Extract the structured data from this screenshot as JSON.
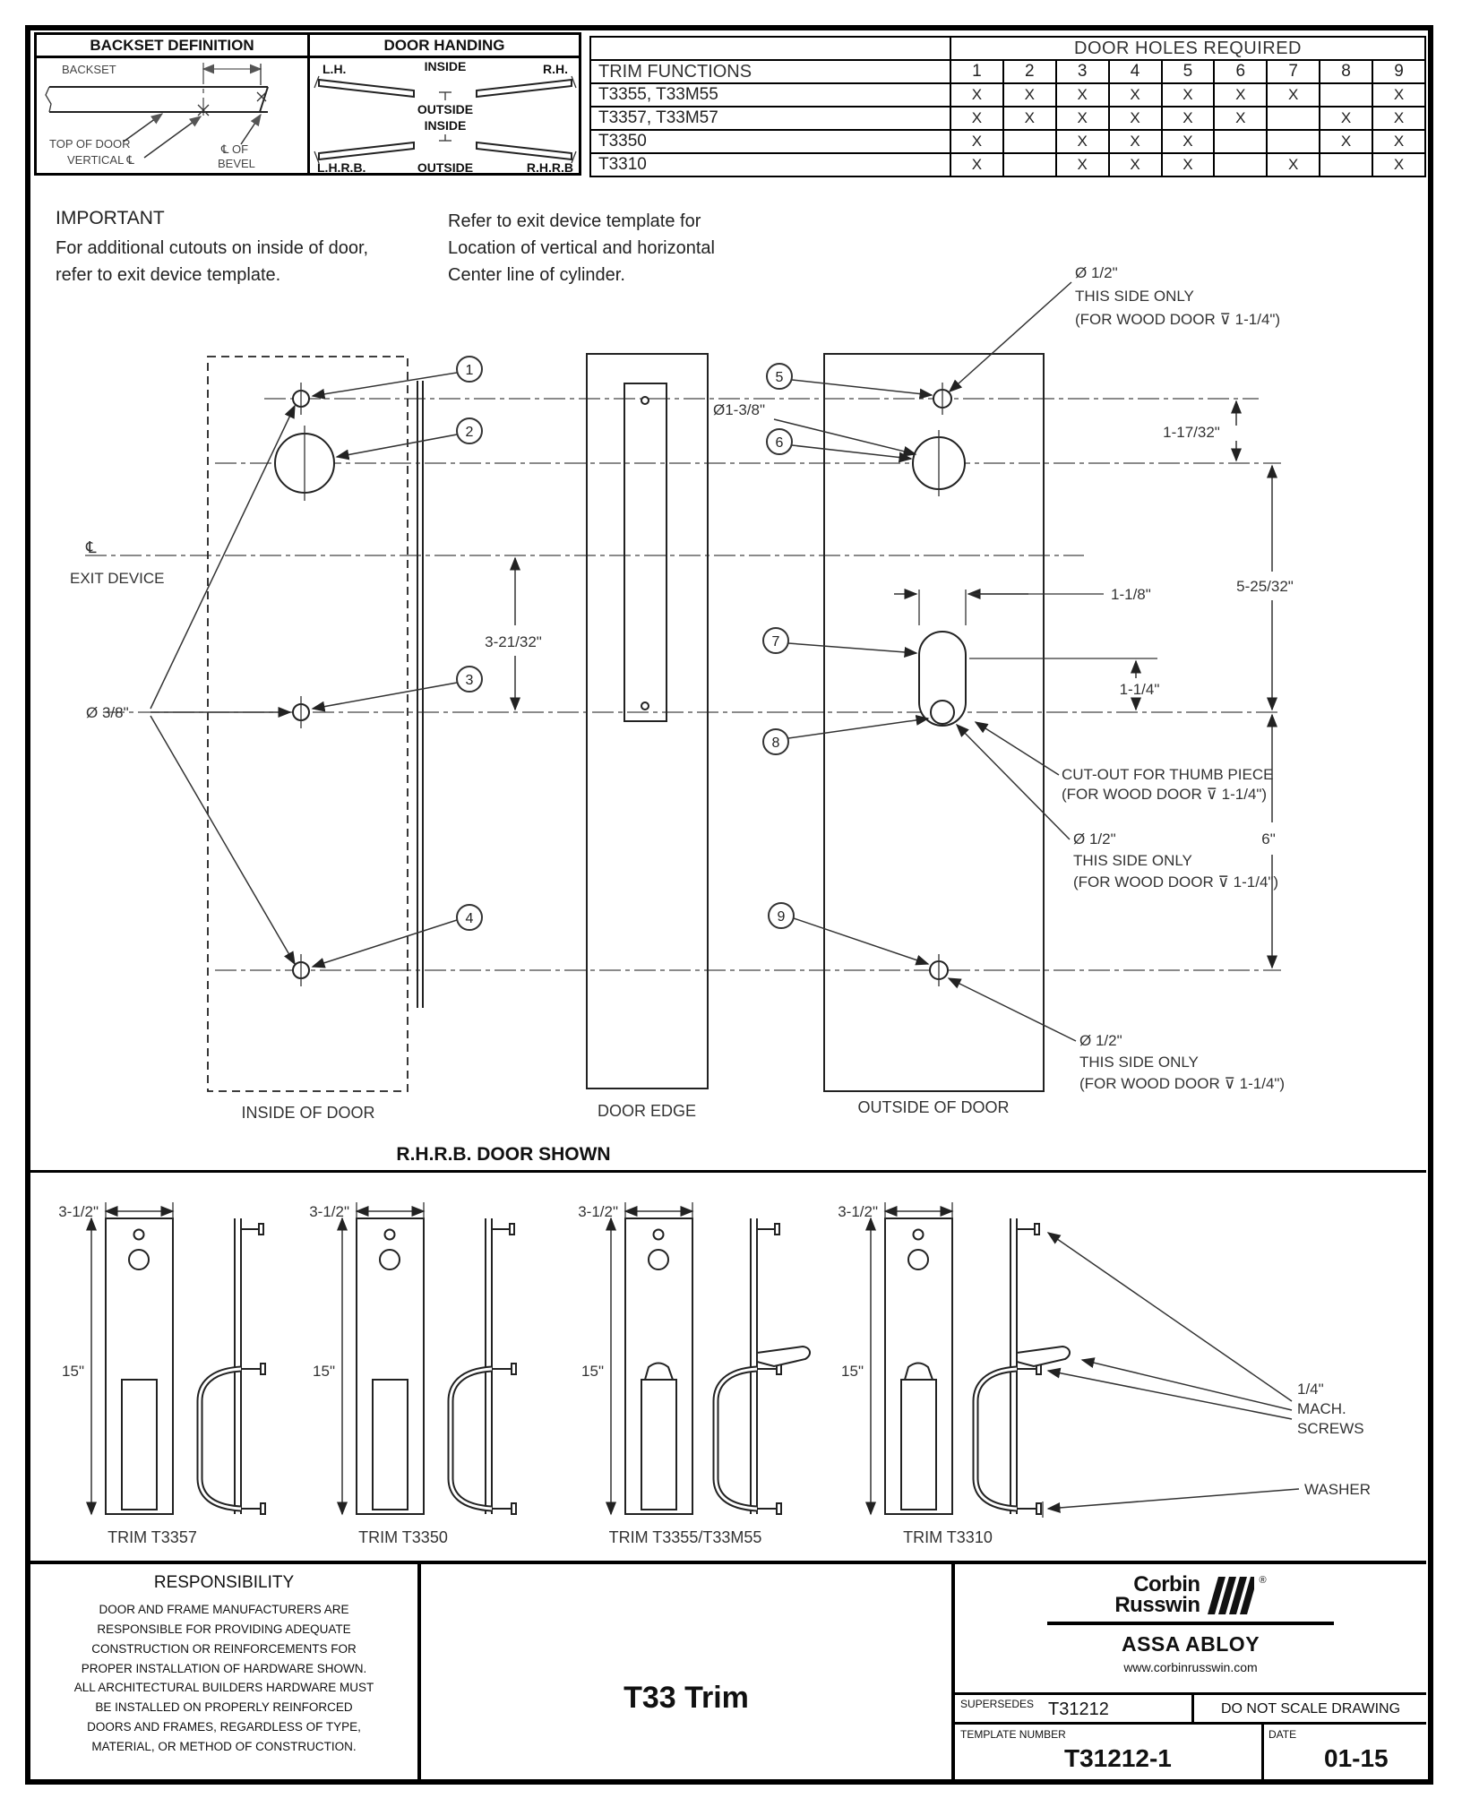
{
  "backset_box": {
    "title": "BACKSET DEFINITION",
    "backset_label": "BACKSET",
    "top_of_door": "TOP OF DOOR",
    "vertical_cl": "VERTICAL ℄",
    "cl_of": "℄ OF",
    "bevel": "BEVEL"
  },
  "door_handing_box": {
    "title": "DOOR HANDING",
    "lh": "L.H.",
    "rh": "R.H.",
    "inside_top": "INSIDE",
    "outside_top": "OUTSIDE",
    "inside_bottom": "INSIDE",
    "outside_bottom": "OUTSIDE",
    "lhrb": "L.H.R.B.",
    "rhrb": "R.H.R.B"
  },
  "holes_table": {
    "title": "DOOR HOLES REQUIRED",
    "function_header": "TRIM FUNCTIONS",
    "columns": [
      "1",
      "2",
      "3",
      "4",
      "5",
      "6",
      "7",
      "8",
      "9"
    ],
    "rows": [
      {
        "function": "T3355, T33M55",
        "holes": [
          "X",
          "X",
          "X",
          "X",
          "X",
          "X",
          "X",
          "",
          "X"
        ]
      },
      {
        "function": "T3357, T33M57",
        "holes": [
          "X",
          "X",
          "X",
          "X",
          "X",
          "X",
          "",
          "X",
          "X"
        ]
      },
      {
        "function": "T3350",
        "holes": [
          "X",
          "",
          "X",
          "X",
          "X",
          "",
          "",
          "X",
          "X"
        ]
      },
      {
        "function": "T3310",
        "holes": [
          "X",
          "",
          "X",
          "X",
          "X",
          "",
          "X",
          "",
          "X"
        ]
      }
    ]
  },
  "notes": {
    "important_title": "IMPORTANT",
    "important_body": "For additional cutouts on inside of door,\nrefer to exit device template.",
    "refer_body": "Refer to exit device template for\nLocation of vertical and horizontal\nCenter line of cylinder."
  },
  "drawing": {
    "callouts": [
      "1",
      "2",
      "3",
      "4",
      "5",
      "6",
      "7",
      "8",
      "9"
    ],
    "cl_symbol": "℄",
    "exit_device": "EXIT DEVICE",
    "dia_3_8": "Ø 3/8\"",
    "dia_1_2": "Ø 1/2\"",
    "this_side_only": "THIS SIDE ONLY",
    "wood_door_note": "(FOR WOOD DOOR ⊽ 1-1/4\")",
    "dia_1_3_8": "Ø1-3/8\"",
    "dim_1_17_32": "1-17/32\"",
    "dim_5_25_32": "5-25/32\"",
    "dim_1_1_8": "1-1/8\"",
    "dim_1_1_4": "1-1/4\"",
    "dim_6": "6\"",
    "dim_3_21_32": "3-21/32\"",
    "cutout_line1": "CUT-OUT FOR THUMB PIECE",
    "cutout_line2": "(FOR WOOD DOOR ⊽ 1-1/4\")",
    "inside_of_door": "INSIDE OF DOOR",
    "door_edge": "DOOR EDGE",
    "outside_of_door": "OUTSIDE OF DOOR",
    "caption": "R.H.R.B. DOOR SHOWN"
  },
  "trims": {
    "dim_width": "3-1/2\"",
    "dim_height": "15\"",
    "labels": [
      "TRIM T3357",
      "TRIM T3350",
      "TRIM T3355/T33M55",
      "TRIM T3310"
    ],
    "mach_screws_line1": "1/4\"",
    "mach_screws_line2": "MACH.",
    "mach_screws_line3": "SCREWS",
    "washer": "WASHER"
  },
  "footer": {
    "responsibility_title": "RESPONSIBILITY",
    "responsibility_body": "DOOR AND FRAME MANUFACTURERS ARE\nRESPONSIBLE FOR PROVIDING ADEQUATE\nCONSTRUCTION OR REINFORCEMENTS FOR\nPROPER INSTALLATION OF HARDWARE SHOWN.\nALL ARCHITECTURAL BUILDERS HARDWARE MUST\nBE INSTALLED ON PROPERLY REINFORCED\nDOORS AND FRAMES, REGARDLESS OF TYPE,\nMATERIAL, OR METHOD OF CONSTRUCTION.",
    "title": "T33 Trim",
    "brand_line1": "Corbin",
    "brand_line2": "Russwin",
    "registered": "®",
    "assa_abloy": "ASSA ABLOY",
    "website": "www.corbinrusswin.com",
    "supersedes_label": "SUPERSEDES",
    "supersedes_value": "T31212",
    "no_scale": "DO NOT SCALE DRAWING",
    "template_number_label": "TEMPLATE NUMBER",
    "template_number_value": "T31212-1",
    "date_label": "DATE",
    "date_value": "01-15"
  }
}
